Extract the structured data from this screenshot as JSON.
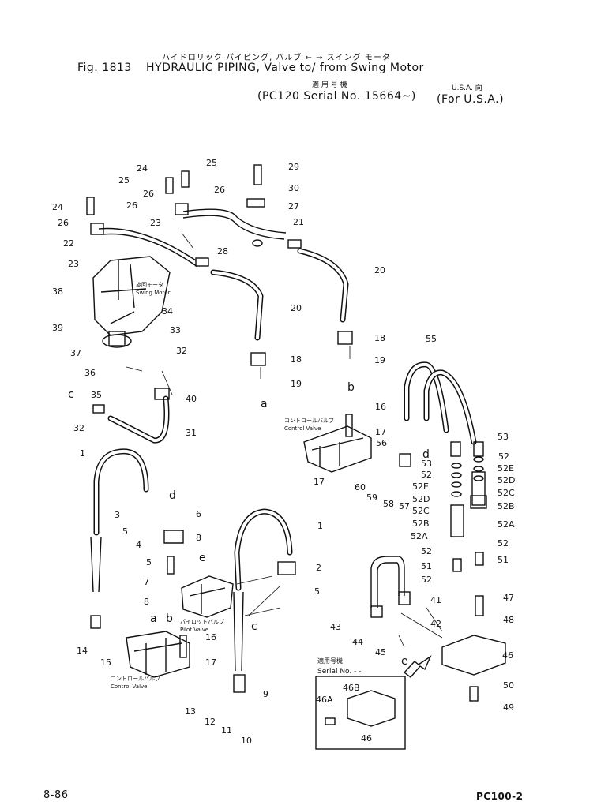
{
  "header": {
    "jp_title": "ハイドロリック パイピング, バルブ ← → スイング モータ",
    "fig_label": "Fig. 1813",
    "title": "HYDRAULIC PIPING, Valve to/ from Swing Motor",
    "serial_jp": "適 用 号 機",
    "serial": "(PC120 Serial No. 15664~)",
    "region_jp": "U.S.A. 向",
    "region": "(For U.S.A.)"
  },
  "component_labels": {
    "swing_motor_jp": "旋回モータ",
    "swing_motor": "Swing Motor",
    "control_valve_jp_top": "コントロールバルブ",
    "control_valve_top": "Control Valve",
    "pilot_valve_jp": "パイロットバルブ",
    "pilot_valve": "Pilot Valve",
    "control_valve_jp_bottom": "コントロールバルブ",
    "control_valve_bottom": "Control Valve",
    "serial_inset_jp": "適用号機",
    "serial_inset": "Serial No. - -"
  },
  "callouts": [
    "1",
    "1",
    "2",
    "3",
    "4",
    "5",
    "5",
    "5",
    "6",
    "7",
    "8",
    "8",
    "9",
    "10",
    "11",
    "12",
    "13",
    "14",
    "15",
    "16",
    "16",
    "17",
    "17",
    "17",
    "18",
    "18",
    "19",
    "19",
    "20",
    "20",
    "21",
    "22",
    "23",
    "23",
    "24",
    "24",
    "25",
    "25",
    "26",
    "26",
    "26",
    "26",
    "27",
    "28",
    "29",
    "30",
    "31",
    "32",
    "32",
    "33",
    "34",
    "35",
    "36",
    "37",
    "38",
    "39",
    "40",
    "41",
    "42",
    "43",
    "44",
    "45",
    "46",
    "46",
    "46A",
    "46B",
    "47",
    "48",
    "49",
    "50",
    "51",
    "51",
    "52",
    "52",
    "52",
    "52",
    "52",
    "52A",
    "52A",
    "52B",
    "52B",
    "52C",
    "52C",
    "52D",
    "52D",
    "52E",
    "52E",
    "53",
    "53",
    "55",
    "56",
    "57",
    "58",
    "59",
    "60"
  ],
  "connection_letters": [
    "a",
    "a",
    "b",
    "b",
    "c",
    "c",
    "d",
    "d",
    "e",
    "e"
  ],
  "footer": {
    "page": "8-86",
    "model": "PC100-2"
  }
}
